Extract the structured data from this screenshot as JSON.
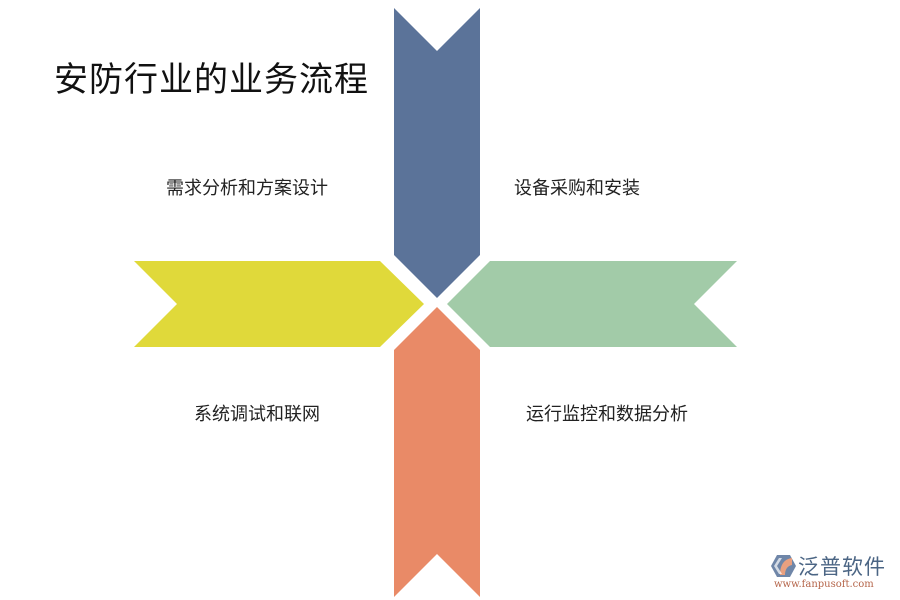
{
  "title": "安防行业的业务流程",
  "steps": [
    {
      "label": "需求分析和方案设计",
      "color": "#E0D93A",
      "direction": "right"
    },
    {
      "label": "设备采购和安装",
      "color": "#5B7399",
      "direction": "down"
    },
    {
      "label": "系统调试和联网",
      "color": "#E98A67",
      "direction": "up"
    },
    {
      "label": "运行监控和数据分析",
      "color": "#A2CBA8",
      "direction": "left"
    }
  ],
  "watermark": {
    "name": "泛普软件",
    "url": "www.fanpusoft.com"
  }
}
